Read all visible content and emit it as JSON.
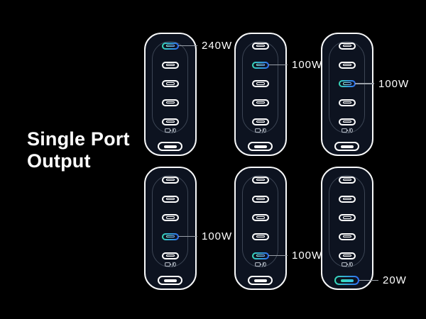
{
  "heading": {
    "line1": "Single Port",
    "line2": "Output"
  },
  "colors": {
    "background": "#000000",
    "charger_body": "#0d1320",
    "charger_outline": "#f8f9fa",
    "track_outline": "#3c4554",
    "port_white": "#ffffff",
    "highlight_teal": "#38dcb8",
    "highlight_blue": "#2e6bf5",
    "highlight_inner_teal": "#8df0d9",
    "highlight_inner_blue": "#6fa7ff",
    "highlight_cyan": "#35c5e6",
    "leader_line": "#9aa0a8",
    "label_text": "#ffffff",
    "icon_gray": "#aab1bb"
  },
  "port_layout": [
    "usb-c-1",
    "usb-c-2",
    "usb-c-3",
    "usb-c-4",
    "usb-c-5",
    "usb-a"
  ],
  "icons": {
    "port_icon": "battery-trickle-icon"
  },
  "chargers": [
    {
      "id": "top-left",
      "col": 0,
      "row": 0,
      "highlighted_port": "c1",
      "wattage_label": "240W"
    },
    {
      "id": "top-middle",
      "col": 1,
      "row": 0,
      "highlighted_port": "c2",
      "wattage_label": "100W"
    },
    {
      "id": "top-right",
      "col": 2,
      "row": 0,
      "highlighted_port": "c3",
      "wattage_label": "100W"
    },
    {
      "id": "bottom-left",
      "col": 0,
      "row": 1,
      "highlighted_port": "c4",
      "wattage_label": "100W"
    },
    {
      "id": "bottom-middle",
      "col": 1,
      "row": 1,
      "highlighted_port": "c5",
      "wattage_label": "100W"
    },
    {
      "id": "bottom-right",
      "col": 2,
      "row": 1,
      "highlighted_port": "usba",
      "wattage_label": "20W"
    }
  ]
}
